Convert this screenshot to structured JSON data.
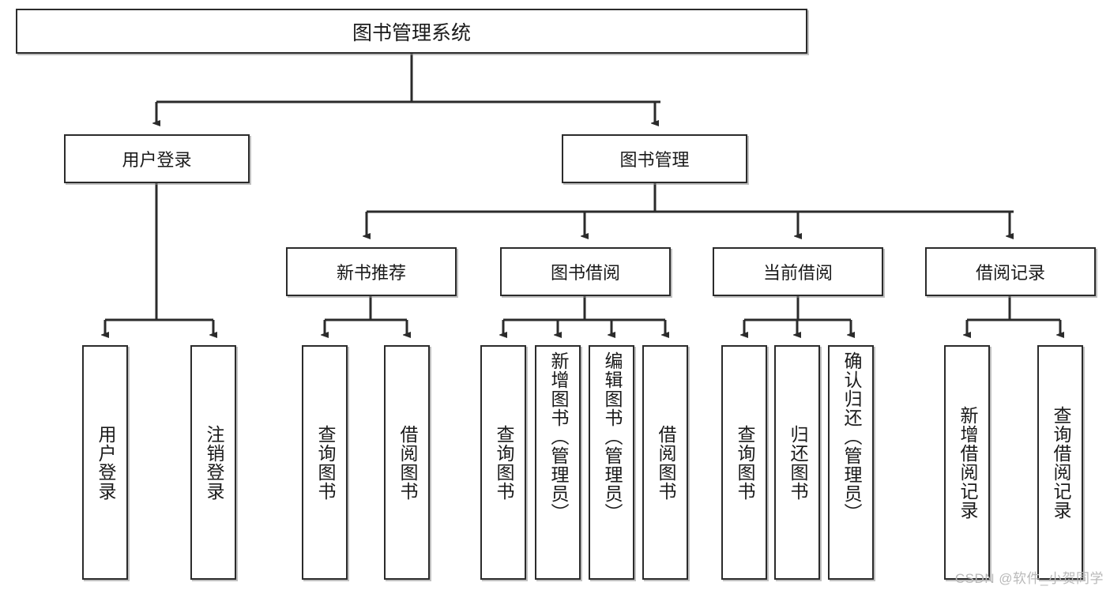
{
  "diagram": {
    "title": "图书管理系统",
    "type": "tree-hierarchy",
    "root": {
      "id": "root",
      "label": "图书管理系统"
    },
    "level1": [
      {
        "id": "user-login",
        "label": "用户登录"
      },
      {
        "id": "book-manage",
        "label": "图书管理"
      }
    ],
    "level2": [
      {
        "id": "new-book-rec",
        "label": "新书推荐",
        "parent": "book-manage"
      },
      {
        "id": "book-borrow",
        "label": "图书借阅",
        "parent": "book-manage"
      },
      {
        "id": "current-borrow",
        "label": "当前借阅",
        "parent": "book-manage"
      },
      {
        "id": "borrow-record",
        "label": "借阅记录",
        "parent": "book-manage"
      }
    ],
    "leaves": {
      "user_login": [
        {
          "id": "leaf-user-login",
          "label": "用户登录"
        },
        {
          "id": "leaf-logout",
          "label": "注销登录"
        }
      ],
      "new_book_rec": [
        {
          "id": "leaf-query-book-1",
          "label": "查询图书"
        },
        {
          "id": "leaf-borrow-book-1",
          "label": "借阅图书"
        }
      ],
      "book_borrow": [
        {
          "id": "leaf-query-book-2",
          "label": "查询图书"
        },
        {
          "id": "leaf-add-book",
          "label": "新增图书（管理员）"
        },
        {
          "id": "leaf-edit-book",
          "label": "编辑图书（管理员）"
        },
        {
          "id": "leaf-borrow-book-2",
          "label": "借阅图书"
        }
      ],
      "current_borrow": [
        {
          "id": "leaf-query-book-3",
          "label": "查询图书"
        },
        {
          "id": "leaf-return-book",
          "label": "归还图书"
        },
        {
          "id": "leaf-confirm-return",
          "label": "确认归还（管理员）"
        }
      ],
      "borrow_record": [
        {
          "id": "leaf-add-record",
          "label": "新增借阅记录"
        },
        {
          "id": "leaf-query-record",
          "label": "查询借阅记录"
        }
      ]
    }
  },
  "watermark": {
    "text": "CSDN @软件_小贺同学"
  },
  "colors": {
    "stroke": "#2b2b2b",
    "box_fill": "#ffffff",
    "text": "#1a1a1a",
    "watermark": "#b9b9b9",
    "background": "#ffffff"
  }
}
